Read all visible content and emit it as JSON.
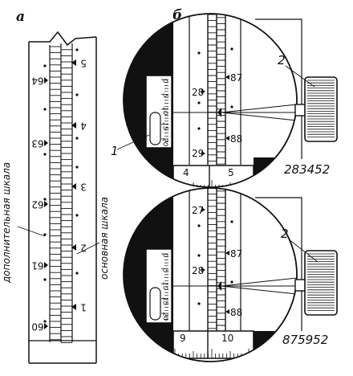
{
  "panel_a": {
    "label": "а",
    "main_scale_numbers": [
      "1",
      "2",
      "3",
      "4",
      "5"
    ],
    "aux_scale_numbers": [
      "60",
      "61",
      "62",
      "63",
      "64"
    ],
    "aux_scale_caption": "дополнительная шкала",
    "main_scale_caption": "основная шкала"
  },
  "panel_b": {
    "label": "б",
    "callout_1": "1",
    "callout_2": "2",
    "view_top": {
      "upper_left": "28",
      "lower_left": "29",
      "upper_right": "87",
      "lower_right": "88",
      "window_digits": [
        "0",
        "5",
        "10",
        "15",
        "20"
      ],
      "bottom_scale": [
        "4",
        "5"
      ],
      "reading": "283452"
    },
    "view_bottom": {
      "top_left": "27",
      "upper_left": "28",
      "upper_right": "87",
      "lower_right": "88",
      "window_digits": [
        "0",
        "5",
        "10",
        "15",
        "20"
      ],
      "bottom_scale": [
        "9",
        "10"
      ],
      "reading": "875952"
    }
  }
}
